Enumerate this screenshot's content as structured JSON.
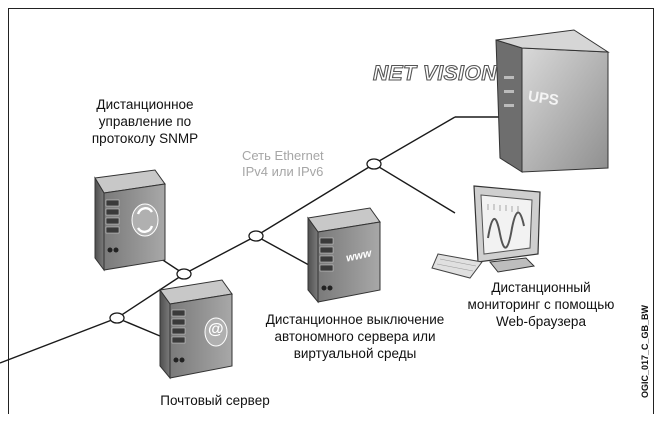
{
  "brand": "NET VISION",
  "ups_label": "UPS",
  "www_label": "www",
  "email_symbol": "@",
  "network": {
    "line1": "Сеть Ethernet",
    "line2": "IPv4 или IPv6"
  },
  "labels": {
    "snmp": [
      "Дистанционное",
      "управление по",
      "протоколу SNMP"
    ],
    "web": [
      "Дистанционный",
      "мониторинг с помощью",
      "Web-браузера"
    ],
    "shutdown": [
      "Дистанционное выключение",
      "автономного сервера или",
      "виртуальной среды"
    ],
    "mail": [
      "Почтовый сервер"
    ]
  },
  "figure_code": "OGIC_017_C_GB_BW",
  "colors": {
    "line": "#1a1a1a",
    "server_front": "#8c8c8c",
    "server_side": "#6a6a6a",
    "server_top": "#c8c8c8",
    "network_text": "#a6a6a6"
  }
}
